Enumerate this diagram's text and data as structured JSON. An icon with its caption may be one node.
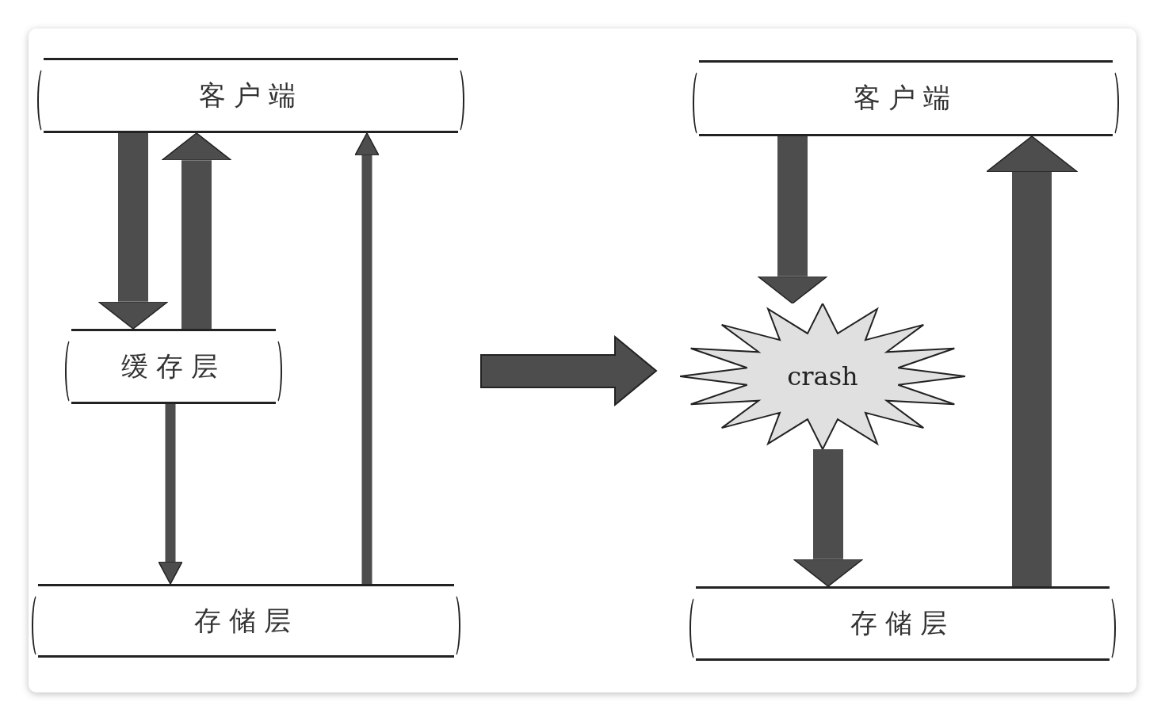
{
  "diagram": {
    "nodes": [
      {
        "text": [
          "客户端"
        ]
      },
      {
        "text": [
          "缓存层"
        ]
      },
      {
        "text": [
          "存储层"
        ]
      },
      {
        "text": [
          "客户端"
        ]
      },
      {
        "text": [
          "crash"
        ]
      },
      {
        "text": [
          "存储层"
        ]
      }
    ],
    "edges": [
      {
        "from": 0,
        "to": 1,
        "arrow": "to"
      },
      {
        "from": 1,
        "to": 0,
        "arrow": "to"
      },
      {
        "from": 1,
        "to": 2,
        "arrow": "to"
      },
      {
        "from": 2,
        "to": 0,
        "arrow": "to"
      },
      {
        "from": 3,
        "to": 4,
        "arrow": "to"
      },
      {
        "from": 4,
        "to": 5,
        "arrow": "to"
      },
      {
        "from": 5,
        "to": 3,
        "arrow": "to"
      }
    ]
  }
}
